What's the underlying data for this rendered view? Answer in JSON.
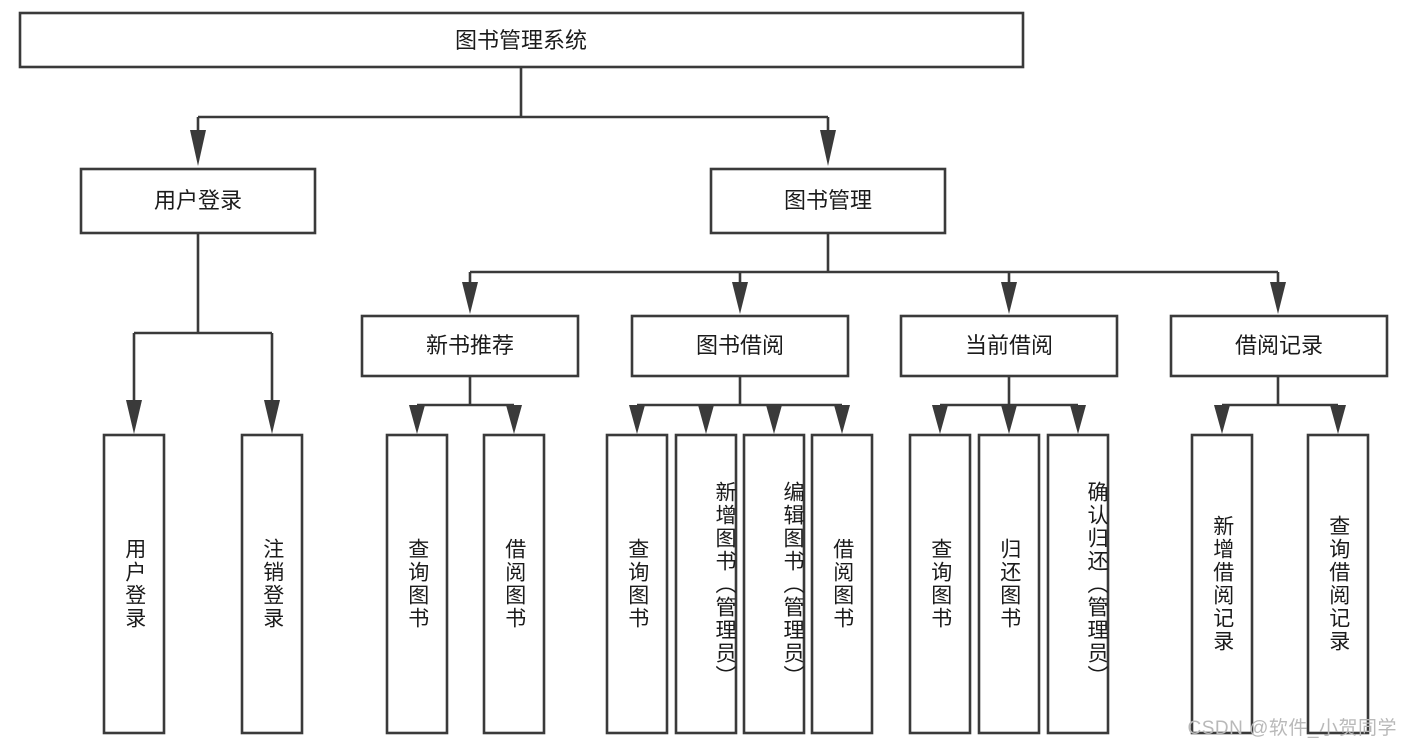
{
  "diagram": {
    "title": "图书管理系统",
    "watermark": "CSDN @软件_小贺同学",
    "colors": {
      "stroke": "#3a3a3a",
      "box_fill": "#ffffff",
      "text": "#1b1b1b",
      "watermark": "#b9b9b9",
      "background": "#ffffff"
    },
    "root": {
      "label": "图书管理系统"
    },
    "level2": [
      {
        "label": "用户登录"
      },
      {
        "label": "图书管理"
      }
    ],
    "level3": [
      {
        "label": "新书推荐"
      },
      {
        "label": "图书借阅"
      },
      {
        "label": "当前借阅"
      },
      {
        "label": "借阅记录"
      }
    ],
    "leaves": {
      "user_login": [
        {
          "label": "用户登录"
        },
        {
          "label": "注销登录"
        }
      ],
      "new_book": [
        {
          "label": "查询图书"
        },
        {
          "label": "借阅图书"
        }
      ],
      "book_borrow": [
        {
          "label": "查询图书"
        },
        {
          "label": "新增图书（管理员）"
        },
        {
          "label": "编辑图书（管理员）"
        },
        {
          "label": "借阅图书"
        }
      ],
      "current_borrow": [
        {
          "label": "查询图书"
        },
        {
          "label": "归还图书"
        },
        {
          "label": "确认归还（管理员）"
        }
      ],
      "borrow_record": [
        {
          "label": "新增借阅记录"
        },
        {
          "label": "查询借阅记录"
        }
      ]
    }
  }
}
